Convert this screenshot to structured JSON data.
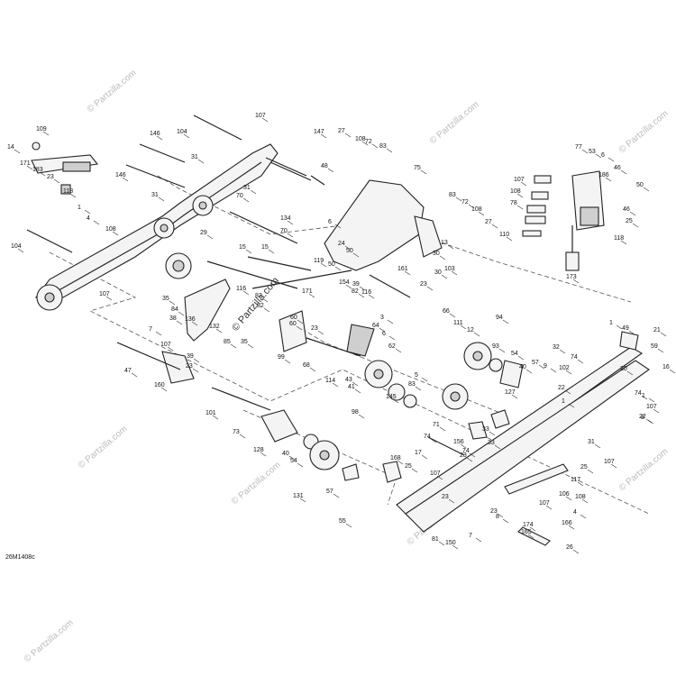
{
  "diagram": {
    "drawing_number": "26M1408c",
    "watermark_text": "© Partzilla.com",
    "callouts": [
      "14",
      "109",
      "171",
      "183",
      "23",
      "118",
      "1",
      "104",
      "146",
      "107",
      "4",
      "108",
      "31",
      "146",
      "31",
      "104",
      "107",
      "29",
      "31",
      "70",
      "134",
      "70",
      "15",
      "15",
      "116",
      "82",
      "82",
      "35",
      "84",
      "38",
      "136",
      "132",
      "85",
      "35",
      "7",
      "107",
      "39",
      "23",
      "47",
      "160",
      "101",
      "73",
      "128",
      "40",
      "54",
      "131",
      "57",
      "55",
      "168",
      "25",
      "17",
      "107",
      "23",
      "71",
      "74",
      "156",
      "33",
      "74",
      "33",
      "23",
      "147",
      "48",
      "27",
      "108",
      "72",
      "83",
      "75",
      "83",
      "72",
      "108",
      "27",
      "6",
      "24",
      "119",
      "50",
      "50",
      "39",
      "82",
      "116",
      "154",
      "171",
      "13",
      "30",
      "30",
      "23",
      "103",
      "161",
      "60",
      "60",
      "99",
      "23",
      "68",
      "43",
      "41",
      "98",
      "114",
      "145",
      "83",
      "5",
      "3",
      "6",
      "62",
      "64",
      "66",
      "111",
      "12",
      "94",
      "93",
      "54",
      "40",
      "57",
      "127",
      "22",
      "1",
      "9",
      "107",
      "108",
      "78",
      "110",
      "77",
      "53",
      "6",
      "46",
      "186",
      "50",
      "46",
      "25",
      "118",
      "173",
      "1",
      "49",
      "21",
      "32",
      "102",
      "74",
      "59",
      "74",
      "1",
      "16",
      "20",
      "107",
      "22",
      "31",
      "107",
      "8",
      "25",
      "117",
      "106",
      "108",
      "4",
      "107",
      "23",
      "8",
      "174",
      "165",
      "166",
      "26",
      "81",
      "150",
      "7"
    ]
  }
}
